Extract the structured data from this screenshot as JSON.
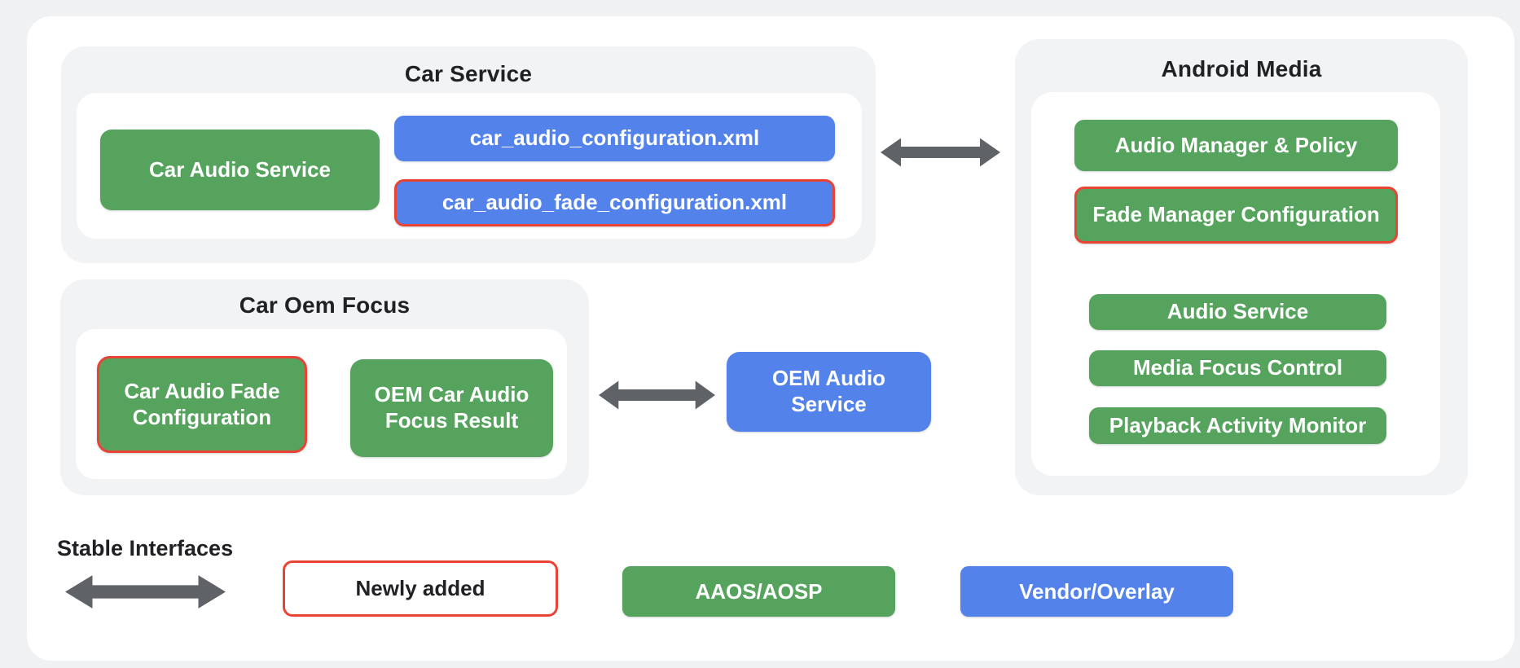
{
  "palette": {
    "page_bg": "#F0F1F3",
    "card_bg": "#FFFFFF",
    "panel_bg": "#F2F3F5",
    "green": "#55A35D",
    "blue": "#5282EA",
    "red": "#E94335",
    "arrow_gray": "#5F6368",
    "text_dark": "#202124",
    "text_light": "#FFFFFF"
  },
  "groups": {
    "car_service": {
      "title": "Car Service",
      "nodes": [
        {
          "label": "Car Audio Service",
          "style": "green"
        },
        {
          "label": "car_audio_configuration.xml",
          "style": "blue"
        },
        {
          "label": "car_audio_fade_configuration.xml",
          "style": "blue",
          "newly_added": true
        }
      ]
    },
    "android_media": {
      "title": "Android Media",
      "nodes": [
        {
          "label": "Audio Manager & Policy",
          "style": "green"
        },
        {
          "label": "Fade Manager Configuration",
          "style": "green",
          "newly_added": true
        },
        {
          "label": "Audio Service",
          "style": "green"
        },
        {
          "label": "Media Focus Control",
          "style": "green"
        },
        {
          "label": "Playback Activity Monitor",
          "style": "green"
        }
      ]
    },
    "car_oem_focus": {
      "title": "Car Oem Focus",
      "nodes": [
        {
          "label": "Car Audio Fade Configuration",
          "style": "green",
          "newly_added": true
        },
        {
          "label": "OEM Car Audio Focus Result",
          "style": "green"
        }
      ]
    }
  },
  "standalone": {
    "oem_audio_service": {
      "label": "OEM Audio Service",
      "style": "blue"
    }
  },
  "connections": [
    {
      "from": "car_service",
      "to": "android_media",
      "type": "stable-interface-double-arrow"
    },
    {
      "from": "car_oem_focus",
      "to": "oem_audio_service",
      "type": "stable-interface-double-arrow"
    }
  ],
  "legend": {
    "stable_interfaces_label": "Stable Interfaces",
    "newly_added_label": "Newly added",
    "aaos_aosp_label": "AAOS/AOSP",
    "vendor_overlay_label": "Vendor/Overlay"
  }
}
